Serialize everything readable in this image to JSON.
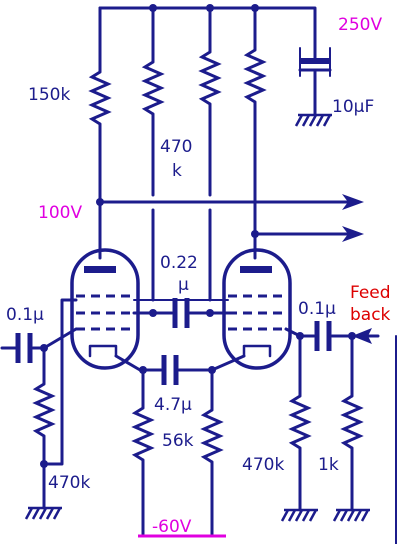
{
  "voltages": {
    "supply": "250V",
    "mid": "100V",
    "negative": "-60V"
  },
  "components": {
    "r_150k": "150k",
    "r_470k_top_line1": "470",
    "r_470k_top_line2": "k",
    "c_022_line1": "0.22",
    "c_022_line2": "µ",
    "c_10uF": "10µF",
    "c_01_left": "0.1µ",
    "c_01_right": "0.1µ",
    "c_47": "4.7µ",
    "r_56k": "56k",
    "r_470k_left": "470k",
    "r_470k_right": "470k",
    "r_1k": "1k"
  },
  "feedback": {
    "line1": "Feed",
    "line2": "back"
  },
  "colors": {
    "wire": "#1c1c8c",
    "voltage_label": "#e000e0",
    "feedback_label": "#dd0000"
  }
}
